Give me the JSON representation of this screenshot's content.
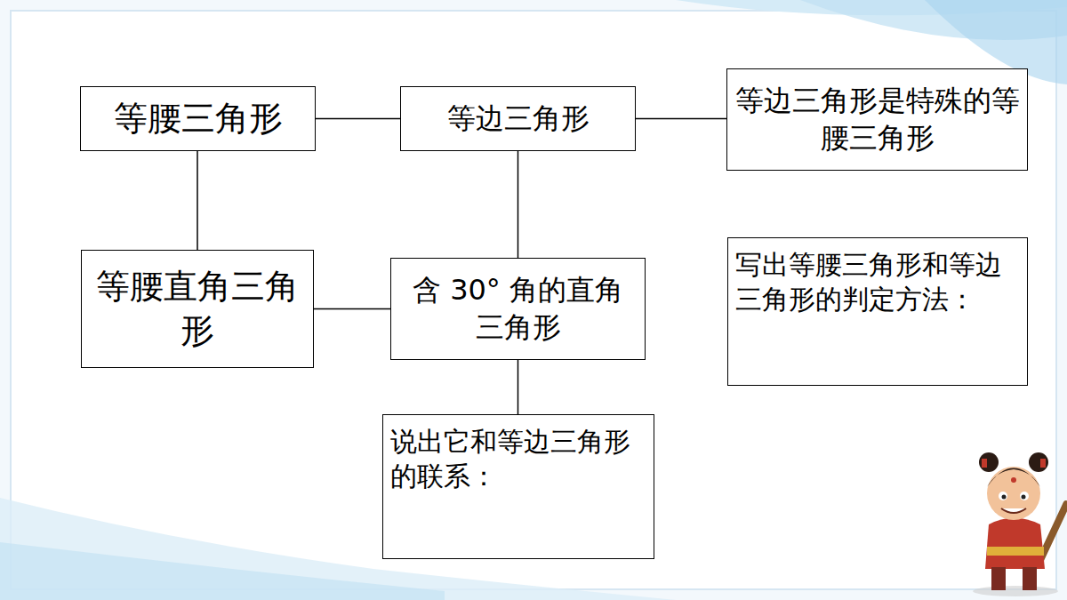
{
  "diagram": {
    "nodes": [
      {
        "text": [
          "等腰三角形"
        ]
      },
      {
        "text": [
          "等边三角形"
        ]
      },
      {
        "text": [
          "等边三角形是特殊的等腰三角形"
        ]
      },
      {
        "text": [
          "等腰直角三角形"
        ]
      },
      {
        "text": [
          "含 30° 角的直角三角形"
        ]
      },
      {
        "text": [
          "写出等腰三角形和等边三角形的判定方法："
        ]
      },
      {
        "text": [
          "说出它和等边三角形的联系："
        ]
      }
    ],
    "edges": [
      {
        "from": 0,
        "to": 1,
        "arrow": "none"
      },
      {
        "from": 1,
        "to": 2,
        "arrow": "none"
      },
      {
        "from": 0,
        "to": 3,
        "arrow": "none"
      },
      {
        "from": 1,
        "to": 4,
        "arrow": "none"
      },
      {
        "from": 3,
        "to": 4,
        "arrow": "none"
      },
      {
        "from": 4,
        "to": 6,
        "arrow": "none"
      }
    ]
  }
}
